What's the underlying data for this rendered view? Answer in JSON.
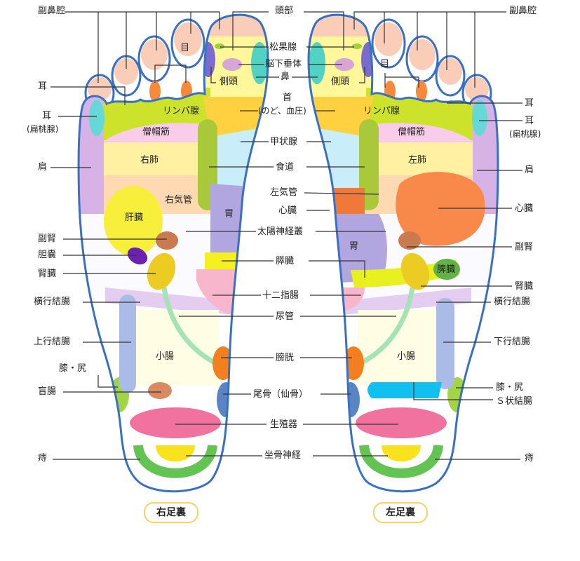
{
  "colors": {
    "outline": "#3a70c4",
    "toe": "#f9cdb8",
    "lymph": "#cde22a",
    "heart": "#f8894a",
    "genitals": "#f1719f"
  },
  "left_labels": {
    "sinus": "副鼻腔",
    "ear": "耳",
    "ear_tonsil": "耳",
    "tonsil_note": "(扁桃腺)",
    "shoulder": "肩",
    "adrenal": "副腎",
    "gallbladder": "胆嚢",
    "kidney": "腎臓",
    "transverse_colon": "横行結腸",
    "ascending_colon": "上行結腸",
    "knee_hip": "膝・尻",
    "cecum": "盲腸",
    "hemorrhoid": "痔"
  },
  "center_labels": {
    "head": "頭部",
    "pineal": "松果腺",
    "pituitary": "脳下垂体",
    "nose": "鼻",
    "neck": "首",
    "neck_note": "(のど、血圧)",
    "thyroid": "甲状腺",
    "esophagus": "食道",
    "left_bronchus": "左気管",
    "heart": "心臓",
    "solar_plexus": "太陽神経叢",
    "pancreas": "膵臓",
    "duodenum": "十二指腸",
    "ureter": "尿管",
    "bladder": "膀胱",
    "coccyx": "尾骨（仙骨）",
    "genitals": "生殖器",
    "sciatic": "坐骨神経"
  },
  "right_foot_labels": {
    "temple": "側頭",
    "eye": "目",
    "lymph": "リンパ腺",
    "trapezius": "僧帽筋",
    "lung": "右肺",
    "bronchus": "右気管",
    "liver": "肝臓",
    "stomach": "胃",
    "small_intestine": "小腸"
  },
  "left_foot_labels": {
    "temple": "側頭",
    "eye": "目",
    "lymph": "リンパ腺",
    "trapezius": "僧帽筋",
    "lung": "左肺",
    "stomach": "胃",
    "spleen": "脾臓",
    "small_intestine": "小腸"
  },
  "right_labels": {
    "sinus": "副鼻腔",
    "ear": "耳",
    "ear_tonsil": "耳",
    "tonsil_note": "(扁桃腺)",
    "shoulder": "肩",
    "heart": "心臓",
    "adrenal": "副腎",
    "kidney": "腎臓",
    "transverse_colon": "横行結腸",
    "descending_colon": "下行結腸",
    "knee_hip": "膝・尻",
    "sigmoid_colon": "Ｓ状結腸",
    "hemorrhoid": "痔"
  },
  "badges": {
    "right_sole": "右足裏",
    "left_sole": "左足裏"
  }
}
